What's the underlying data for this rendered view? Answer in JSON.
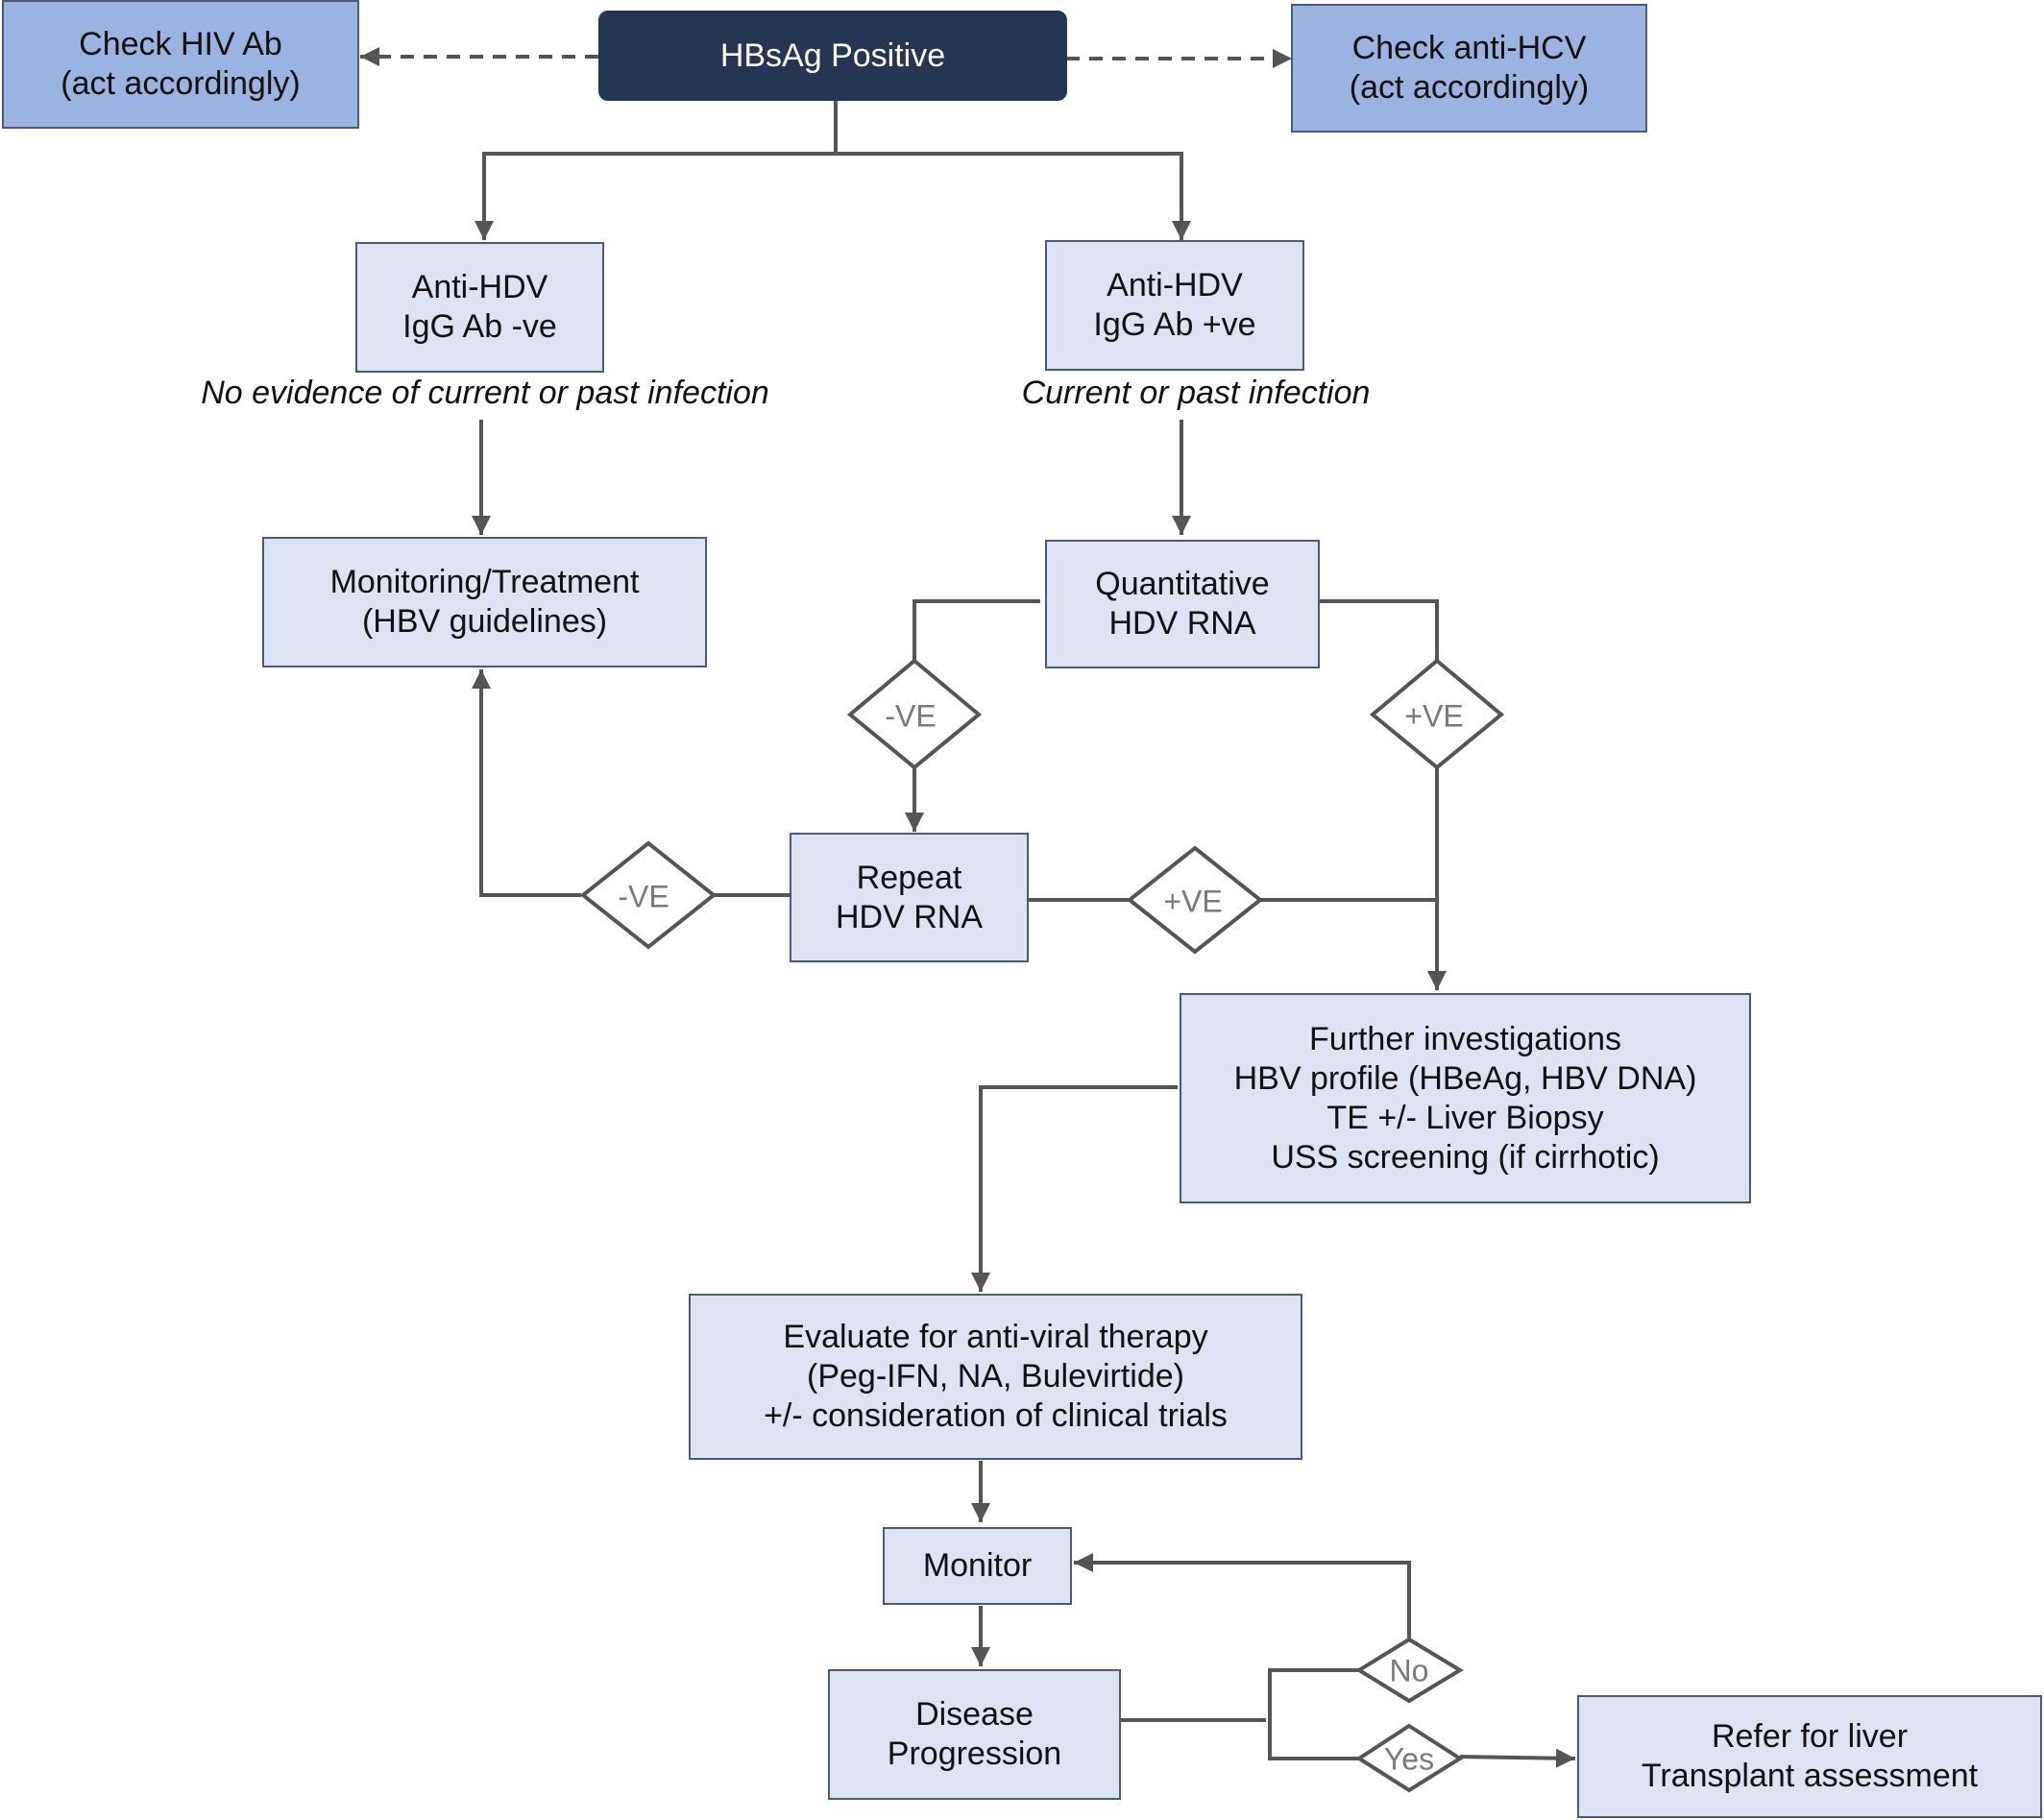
{
  "nodes": {
    "hbsag": [
      "HBsAg Positive"
    ],
    "hiv": [
      "Check HIV Ab",
      "(act accordingly)"
    ],
    "hcv": [
      "Check anti-HCV",
      "(act accordingly)"
    ],
    "hdv_neg": [
      "Anti-HDV",
      "IgG Ab -ve"
    ],
    "hdv_pos": [
      "Anti-HDV",
      "IgG Ab +ve"
    ],
    "monitoring": [
      "Monitoring/Treatment",
      "(HBV guidelines)"
    ],
    "quant_rna": [
      "Quantitative",
      "HDV RNA"
    ],
    "repeat_rna": [
      "Repeat",
      "HDV RNA"
    ],
    "further": [
      "Further investigations",
      "HBV profile (HBeAg, HBV DNA)",
      "TE +/- Liver Biopsy",
      "USS screening (if cirrhotic)"
    ],
    "evaluate": [
      "Evaluate for anti-viral therapy",
      "(Peg-IFN, NA, Bulevirtide)",
      "+/- consideration of clinical trials"
    ],
    "monitor": [
      "Monitor"
    ],
    "progression": [
      "Disease",
      "Progression"
    ],
    "refer": [
      "Refer for liver",
      "Transplant assessment"
    ]
  },
  "notes": {
    "no_infection": "No evidence of current or past infection",
    "infection": "Current or past infection"
  },
  "decisions": {
    "quant_neg": "-VE",
    "quant_pos": "+VE",
    "repeat_neg": "-VE",
    "repeat_pos": "+VE",
    "no": "No",
    "yes": "Yes"
  },
  "colors": {
    "box_fill": "#dde3f0",
    "box_border": "#4a5a78",
    "side_box_fill": "#9ab3e0",
    "header_fill": "#253655",
    "line": "#555555"
  }
}
